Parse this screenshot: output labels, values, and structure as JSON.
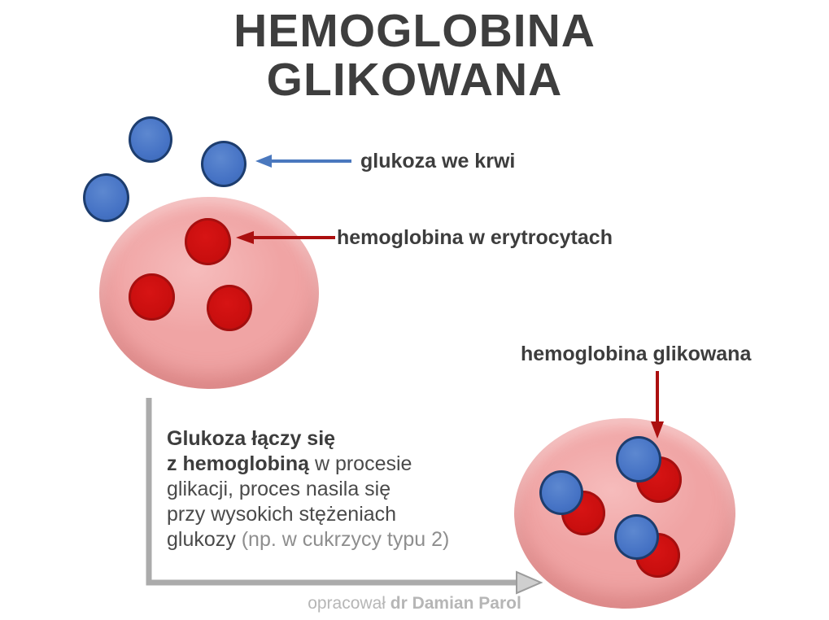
{
  "title": {
    "line1": "HEMOGLOBINA",
    "line2": "GLIKOWANA"
  },
  "callouts": {
    "glucose_label": "glukoza we krwi",
    "hemoglobin_label": "hemoglobina w erytrocytach",
    "glycated_label": "hemoglobina glikowana"
  },
  "description": {
    "line1_bold": "Glukoza łączy się",
    "line2_bold": "z hemoglobiną",
    "line2_regular": " w procesie",
    "line3": "glikacji, proces nasila się",
    "line4": "przy wysokich stężeniach",
    "line5_regular": "glukozy ",
    "line5_muted": "(np. w cukrzycy typu 2)"
  },
  "credit": {
    "prefix": "opracował ",
    "author": "dr Damian Parol"
  },
  "colors": {
    "title_text": "#3e3e3e",
    "label_text": "#3d3d3d",
    "body_text": "#4a4a4a",
    "muted_text": "#8e8e8e",
    "credit_text": "#b6b6b6",
    "glucose_fill": "#4673c5",
    "glucose_border": "#1d3d6e",
    "hemoglobin_fill": "#c80e0e",
    "hemoglobin_edge": "#931313",
    "cell_base": "#f0a4a4",
    "cell_light": "#f6bcbc",
    "cell_rim": "#dd8383",
    "blue_arrow": "#4a78be",
    "red_arrow": "#ab0f0f",
    "gray_arrow": "#ababab",
    "gray_arrow_fill": "#cfcfcf"
  }
}
